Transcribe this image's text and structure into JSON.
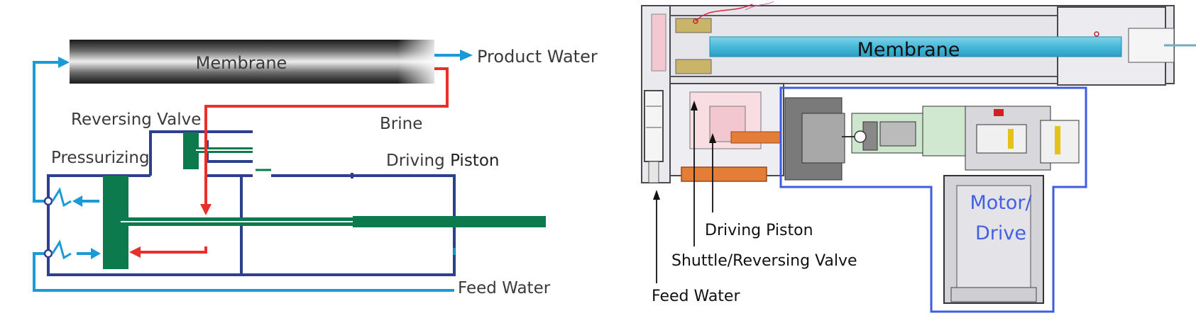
{
  "left_diagram": {
    "membrane_label": "Membrane",
    "product_water_label": "Product Water",
    "reversing_valve_label": "Reversing Valve",
    "brine_label": "Brine",
    "pressurizing_label": "Pressurizing",
    "driving_piston_label_a": "Driving",
    "driving_piston_label_b": "Piston",
    "feed_water_label": "Feed Water"
  },
  "right_diagram": {
    "membrane_label": "Membrane",
    "motor_drive_line1": "Motor/",
    "motor_drive_line2": "Drive",
    "driving_piston_label": "Driving Piston",
    "shuttle_label": "Shuttle/Reversing Valve",
    "feed_water_label": "Feed Water"
  },
  "colors": {
    "feed_blue": "#1a9ad6",
    "brine_red": "#e8302a",
    "piston_green": "#0c7a4c",
    "frame_navy": "#2e3f8f",
    "motor_outline": "#3f5ce0",
    "motor_text": "#4460e0",
    "membrane_cyan": "#47b9d9"
  }
}
